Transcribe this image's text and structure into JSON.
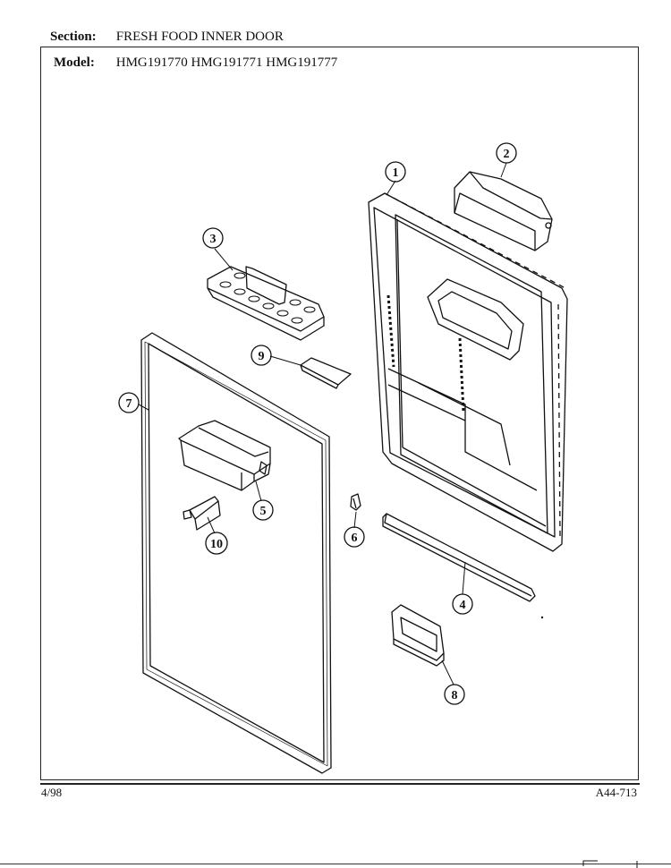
{
  "section": {
    "label": "Section:",
    "value": "FRESH FOOD INNER DOOR"
  },
  "model": {
    "label": "Model:",
    "value": "HMG191770 HMG191771 HMG191777"
  },
  "footer": {
    "date": "4/98",
    "code": "A44-713"
  },
  "callouts": [
    "1",
    "2",
    "3",
    "4",
    "5",
    "6",
    "7",
    "8",
    "9",
    "10"
  ]
}
